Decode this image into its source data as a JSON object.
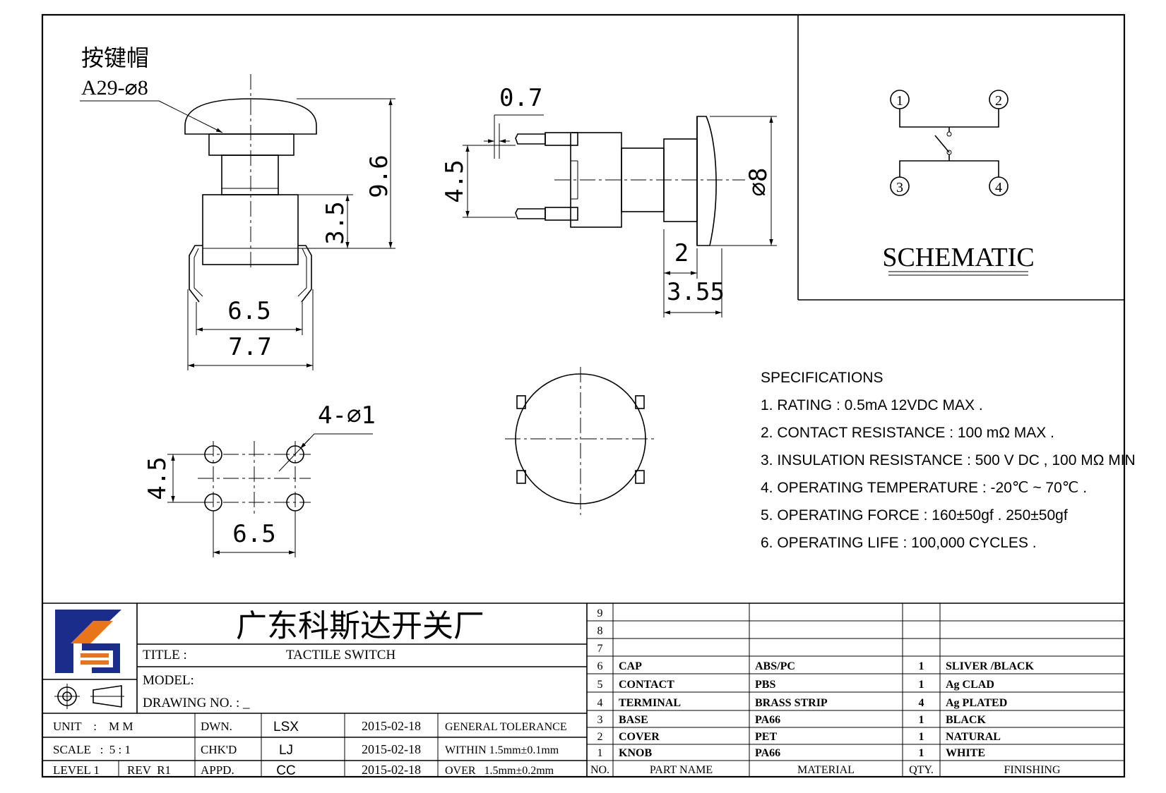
{
  "drawing": {
    "cap_label_cn": "按键帽",
    "cap_label_code": "A29-⌀8",
    "dims_side": {
      "h_total": "9.6",
      "h_body": "3.5",
      "w_body": "6.5",
      "w_leads": "7.7"
    },
    "dims_front": {
      "pin_width": "0.7",
      "pin_spacing": "4.5",
      "diameter": "⌀8",
      "gap": "2",
      "depth": "3.55"
    },
    "dims_footprint": {
      "holes": "4-⌀1",
      "v_spacing": "4.5",
      "h_spacing": "6.5"
    }
  },
  "schematic": {
    "title": "SCHEMATIC",
    "pins": [
      "1",
      "2",
      "3",
      "4"
    ]
  },
  "specifications": {
    "heading": "SPECIFICATIONS",
    "items": [
      "1. RATING : 0.5mA 12VDC MAX .",
      "2. CONTACT RESISTANCE : 100 mΩ MAX .",
      "3. INSULATION RESISTANCE : 500 V DC , 100 MΩ MIN",
      "4. OPERATING TEMPERATURE : -20℃ ~ 70℃ .",
      "5. OPERATING FORCE : 160±50gf . 250±50gf",
      "6. OPERATING LIFE : 100,000 CYCLES ."
    ]
  },
  "title_block": {
    "company": "广东科斯达开关厂",
    "title_label": "TITLE :",
    "title_value": "TACTILE SWITCH",
    "model_label": "MODEL:",
    "drawing_no_label": "DRAWING NO. : _",
    "unit": "UNIT    :    M M",
    "scale": "SCALE   :  5 : 1",
    "level": "LEVEL 1",
    "rev": "REV  R1",
    "roles": [
      "DWN.",
      "CHK'D",
      "APPD."
    ],
    "names": [
      "LSX",
      "LJ",
      "CC"
    ],
    "dates": [
      "2015-02-18",
      "2015-02-18",
      "2015-02-18"
    ],
    "tolerance": [
      "GENERAL TOLERANCE",
      "WITHIN 1.5mm±0.1mm",
      "OVER   1.5mm±0.2mm"
    ]
  },
  "bom": {
    "headers": [
      "NO.",
      "PART   NAME",
      "MATERIAL",
      "QTY.",
      "FINISHING"
    ],
    "rows": [
      {
        "no": "9",
        "part": "",
        "material": "",
        "qty": "",
        "finish": ""
      },
      {
        "no": "8",
        "part": "",
        "material": "",
        "qty": "",
        "finish": ""
      },
      {
        "no": "7",
        "part": "",
        "material": "",
        "qty": "",
        "finish": ""
      },
      {
        "no": "6",
        "part": "CAP",
        "material": "ABS/PC",
        "qty": "1",
        "finish": "SLIVER /BLACK"
      },
      {
        "no": "5",
        "part": "CONTACT",
        "material": "PBS",
        "qty": "1",
        "finish": "Ag CLAD"
      },
      {
        "no": "4",
        "part": "TERMINAL",
        "material": "BRASS STRIP",
        "qty": "4",
        "finish": "Ag PLATED"
      },
      {
        "no": "3",
        "part": "BASE",
        "material": "PA66",
        "qty": "1",
        "finish": "BLACK"
      },
      {
        "no": "2",
        "part": "COVER",
        "material": "PET",
        "qty": "1",
        "finish": "NATURAL"
      },
      {
        "no": "1",
        "part": "KNOB",
        "material": "PA66",
        "qty": "1",
        "finish": "WHITE"
      }
    ]
  }
}
